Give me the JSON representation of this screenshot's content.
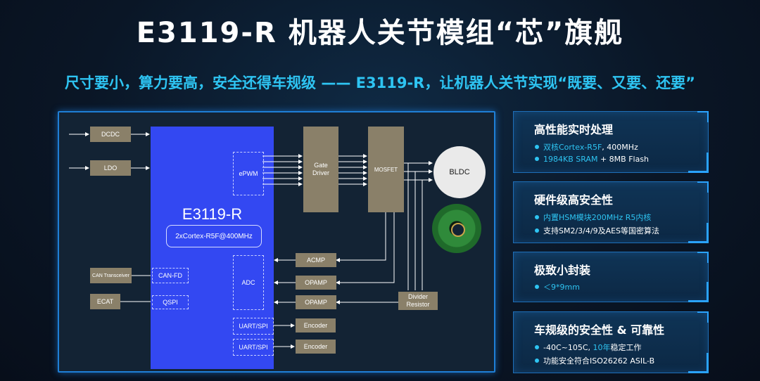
{
  "header": {
    "title": "E3119-R 机器人关节模组“芯”旗舰",
    "subtitle": "尺寸要小，算力要高，安全还得车规级 —— E3119-R，让机器人关节实现“既要、又要、还要”"
  },
  "diagram": {
    "chip_name": "E3119-R",
    "chip_core": "2xCortex-R5F@400MHz",
    "blocks": {
      "dcdc": "DCDC",
      "ldo": "LDO",
      "epwm": "ePWM",
      "gate_driver_line1": "Gate",
      "gate_driver_line2": "Driver",
      "mosfet": "MOSFET",
      "bldc": "BLDC",
      "can_transceiver": "CAN Transceiver",
      "can_fd": "CAN-FD",
      "ecat": "ECAT",
      "qspi": "QSPI",
      "adc": "ADC",
      "acmp": "ACMP",
      "opamp1": "OPAMP",
      "opamp2": "OPAMP",
      "divider_line1": "Divider",
      "divider_line2": "Resistor",
      "uart_spi1": "UART/SPI",
      "uart_spi2": "UART/SPI",
      "encoder1": "Encoder",
      "encoder2": "Encoder"
    }
  },
  "panels": [
    {
      "title": "高性能实时处理",
      "items": [
        {
          "hl": "双核Cortex-R5F",
          "rest": ", 400MHz"
        },
        {
          "hl": "1984KB SRAM",
          "rest": " + 8MB Flash"
        }
      ]
    },
    {
      "title": "硬件级高安全性",
      "items": [
        {
          "hl": "内置HSM模块200MHz R5内核",
          "rest": ""
        },
        {
          "hl": "",
          "rest": "支持SM2/3/4/9及AES等国密算法"
        }
      ]
    },
    {
      "title": "极致小封装",
      "items": [
        {
          "hl": "＜9*9mm",
          "rest": ""
        }
      ]
    },
    {
      "title": "车规级的安全性 & 可靠性",
      "items": [
        {
          "pre": "-40C~105C, ",
          "hl": "10年",
          "rest": "稳定工作"
        },
        {
          "hl": "",
          "rest": "功能安全符合ISO26262 ASIL-B"
        }
      ]
    }
  ],
  "colors": {
    "accent": "#2ec4f2",
    "chip": "#3348f2",
    "block": "#8a8069",
    "frame": "#1f7fd6"
  }
}
